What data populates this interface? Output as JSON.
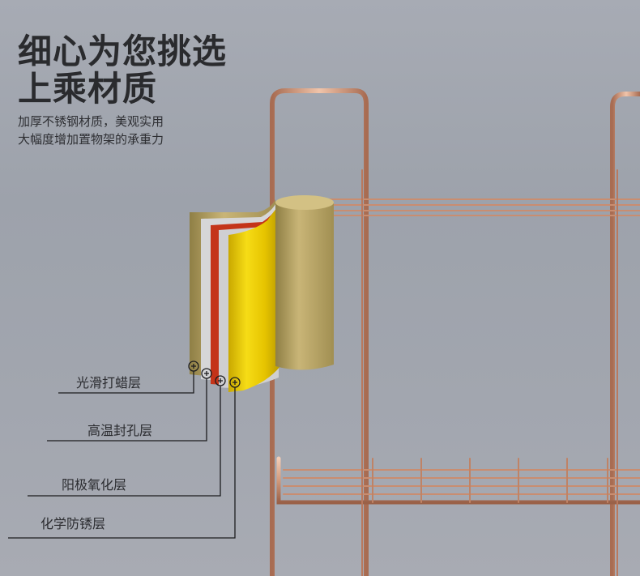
{
  "headline": {
    "line1": "细心为您挑选",
    "line2": "上乘材质"
  },
  "subtext": {
    "line1": "加厚不锈钢材质，美观实用",
    "line2": "大幅度增加置物架的承重力"
  },
  "layers": [
    {
      "label": "光滑打蜡层"
    },
    {
      "label": "高温封孔层"
    },
    {
      "label": "阳极氧化层"
    },
    {
      "label": "化学防锈层"
    }
  ],
  "colors": {
    "background": "#a3a7b0",
    "rack_rose_gold": "#d9a58a",
    "gold_layer": "#e8c400",
    "khaki_layer": "#b6a25e",
    "red_layer": "#c8361c",
    "silver_layer": "#d5d5d5",
    "text": "#2a2b2e"
  }
}
